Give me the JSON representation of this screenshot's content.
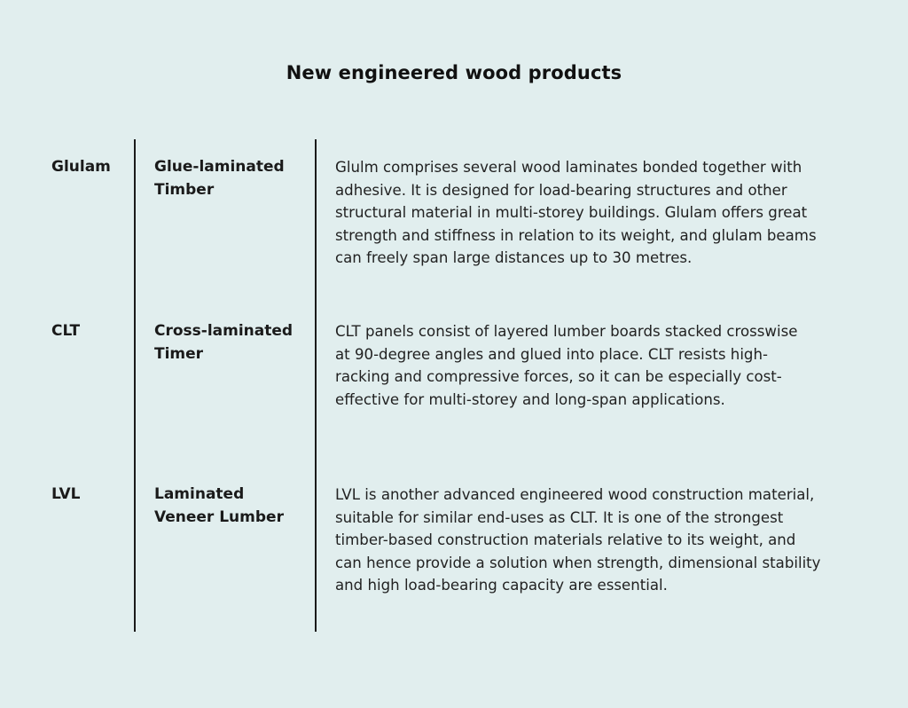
{
  "title": "New engineered wood products",
  "rows": [
    {
      "abbr": "Glulam",
      "name_lines": [
        "Glue-laminated",
        "Timber"
      ],
      "desc_lines": [
        "Glulm comprises several wood laminates bonded together with",
        "adhesive. It is designed for load-bearing structures and other",
        "structural material in multi-storey buildings. Glulam offers great",
        "strength and stiffness in relation to its weight, and glulam beams",
        "can freely span large distances up to 30 metres."
      ]
    },
    {
      "abbr": "CLT",
      "name_lines": [
        "Cross-laminated",
        "Timer"
      ],
      "desc_lines": [
        "CLT panels consist of layered lumber boards stacked crosswise",
        "at 90-degree angles and glued into place. CLT resists high-",
        "racking and compressive forces, so it can be especially cost-",
        "effective for multi-storey and long-span applications."
      ]
    },
    {
      "abbr": "LVL",
      "name_lines": [
        "Laminated",
        "Veneer Lumber"
      ],
      "desc_lines": [
        "LVL is another advanced engineered wood construction material,",
        "suitable for similar end-uses as CLT. It is one of the strongest",
        "timber-based construction materials relative to its weight, and",
        "can hence provide a solution when strength, dimensional stability",
        "and high load-bearing capacity are essential."
      ]
    }
  ]
}
